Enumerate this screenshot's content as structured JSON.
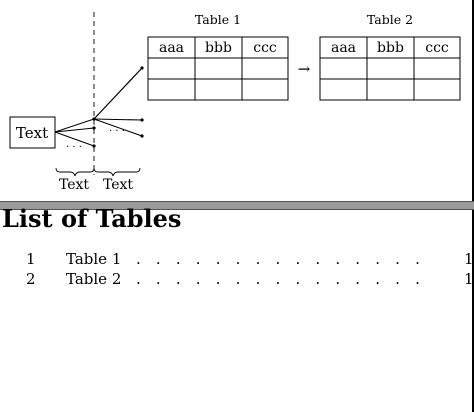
{
  "diagram": {
    "source_label": "Text",
    "ellipsis": "· · ·",
    "brace_labels": [
      "Text",
      "Text"
    ],
    "arrow": "→",
    "tables": [
      {
        "caption": "Table 1",
        "headers": [
          "aaa",
          "bbb",
          "ccc"
        ]
      },
      {
        "caption": "Table 2",
        "headers": [
          "aaa",
          "bbb",
          "ccc"
        ]
      }
    ]
  },
  "list_of_tables": {
    "heading": "List of Tables",
    "entries": [
      {
        "number": "1",
        "title": "Table 1",
        "leader": ". . . . . . . . . . . . . . . . . . . . . . . . . . . . . .",
        "page": "1"
      },
      {
        "number": "2",
        "title": "Table 2",
        "leader": ". . . . . . . . . . . . . . . . . . . . . . . . . . . . . .",
        "page": "1"
      }
    ]
  }
}
